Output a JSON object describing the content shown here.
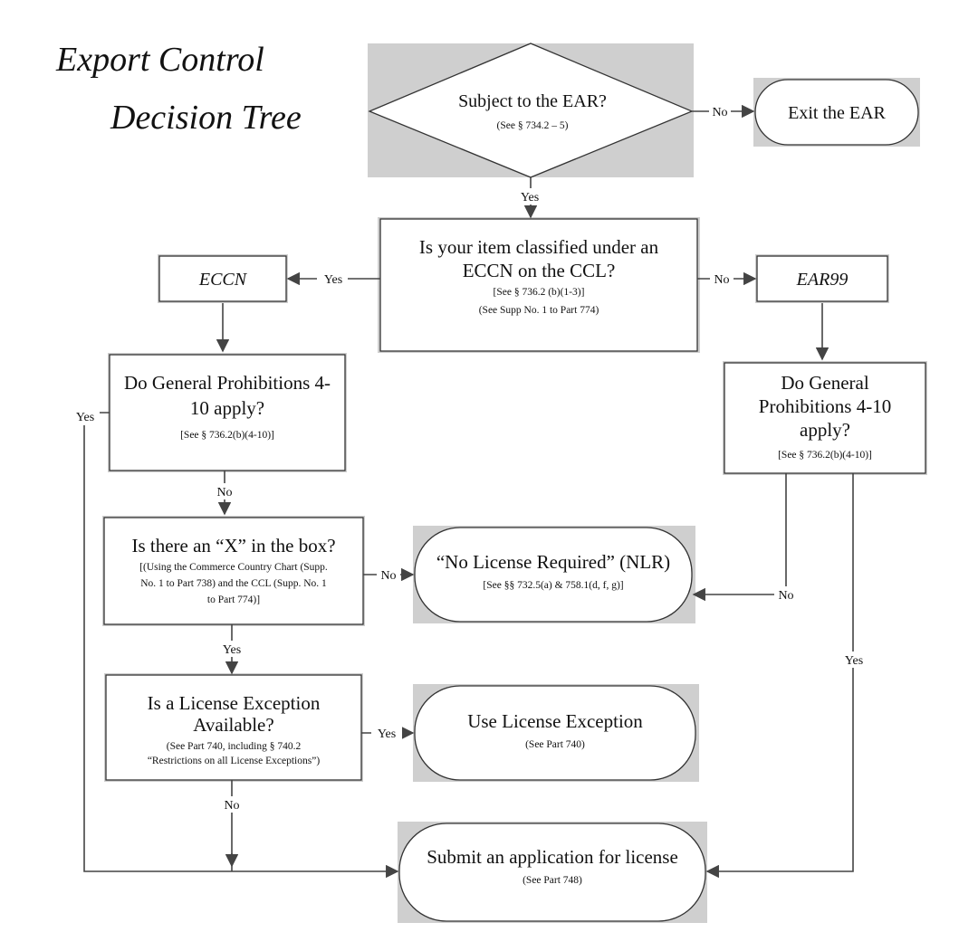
{
  "title": {
    "line1": "Export Control",
    "line2": "Decision Tree"
  },
  "nodes": {
    "subject_ear": {
      "text": "Subject to the EAR?",
      "ref": "(See § 734.2 – 5)"
    },
    "exit_ear": {
      "text": "Exit the EAR"
    },
    "classified": {
      "line1": "Is your item classified under an",
      "line2": "ECCN on the CCL?",
      "ref1": "[See § 736.2 (b)(1-3)]",
      "ref2": "(See Supp No. 1 to Part 774)"
    },
    "eccn": {
      "text": "ECCN"
    },
    "ear99": {
      "text": "EAR99"
    },
    "gp_left": {
      "line1": "Do General Prohibitions 4-",
      "line2": "10 apply?",
      "ref": "[See  § 736.2(b)(4-10)]"
    },
    "gp_right": {
      "line1": "Do General",
      "line2": "Prohibitions 4-10",
      "line3": "apply?",
      "ref": "[See § 736.2(b)(4-10)]"
    },
    "x_box": {
      "line1": "Is there an “X” in the box?",
      "ref1": "[(Using the Commerce Country Chart (Supp.",
      "ref2": "No. 1 to Part  738) and the CCL (Supp. No. 1",
      "ref3": "to Part 774)]"
    },
    "nlr": {
      "text": "“No License Required” (NLR)",
      "ref": "[See §§ 732.5(a) & 758.1(d, f, g)]"
    },
    "license_exception_q": {
      "line1": "Is a License Exception",
      "line2": "Available?",
      "ref1": "(See Part 740, including § 740.2",
      "ref2": "“Restrictions on all License Exceptions”)"
    },
    "use_exception": {
      "text": "Use License Exception",
      "ref": "(See Part 740)"
    },
    "submit": {
      "text": "Submit an application for license",
      "ref": "(See Part 748)"
    }
  },
  "edges": {
    "subject_no": "No",
    "subject_yes": "Yes",
    "classified_yes": "Yes",
    "classified_no": "No",
    "gp_left_yes": "Yes",
    "gp_left_no": "No",
    "x_no": "No",
    "x_yes": "Yes",
    "gp_right_no": "No",
    "gp_right_yes": "Yes",
    "exception_yes": "Yes",
    "exception_no": "No"
  }
}
